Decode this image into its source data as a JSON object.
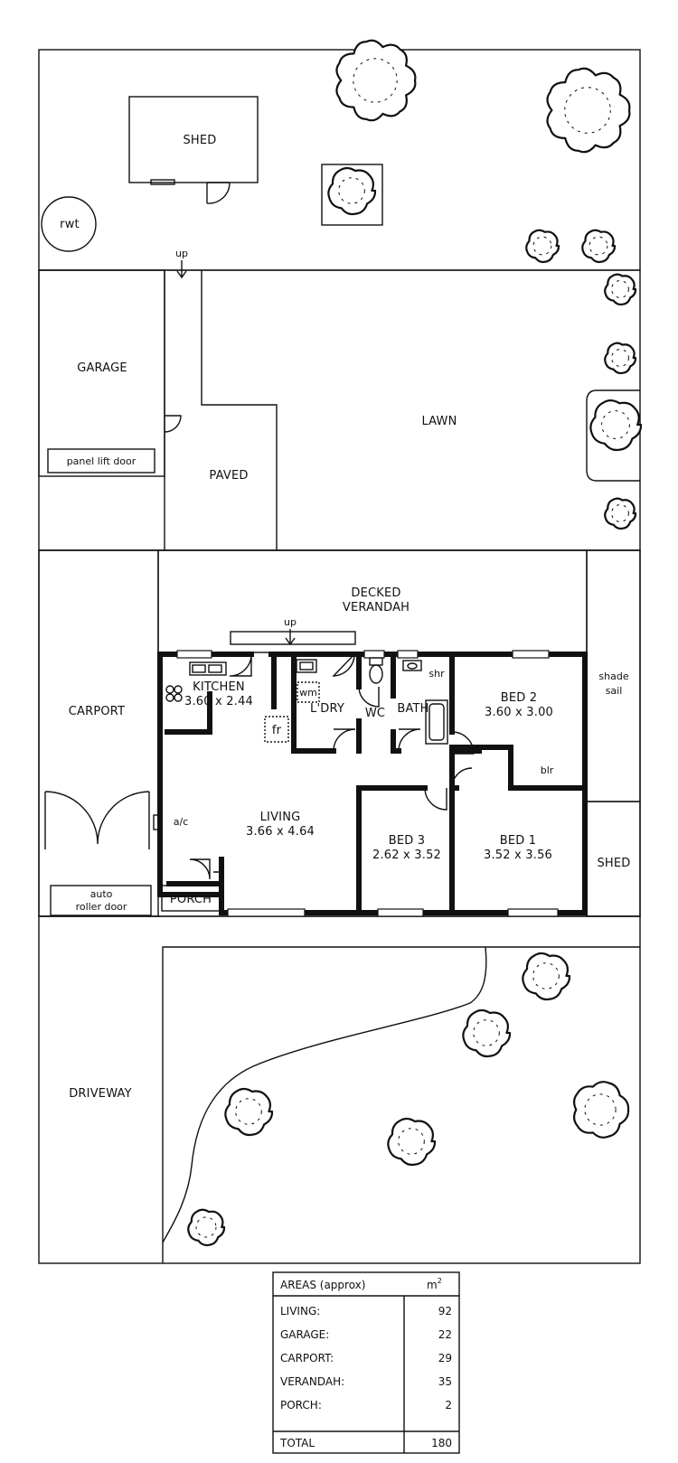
{
  "labels": {
    "shed_rear": "SHED",
    "rwt": "rwt",
    "up_rear": "up",
    "garage": "GARAGE",
    "panel_lift_door": "panel lift door",
    "paved": "PAVED",
    "lawn": "LAWN",
    "decked_verandah_1": "DECKED",
    "decked_verandah_2": "VERANDAH",
    "up_verandah": "up",
    "carport": "CARPORT",
    "auto_roller_door_1": "auto",
    "auto_roller_door_2": "roller door",
    "kitchen": "KITCHEN",
    "kitchen_dims": "3.60 x 2.44",
    "fr": "fr",
    "wm": "wm",
    "laundry": "L'DRY",
    "wc": "WC",
    "bath": "BATH",
    "shr": "shr",
    "bed2": "BED 2",
    "bed2_dims": "3.60 x 3.00",
    "blr": "blr",
    "shade_sail_1": "shade",
    "shade_sail_2": "sail",
    "ac": "a/c",
    "living": "LIVING",
    "living_dims": "3.66 x 4.64",
    "bed3": "BED 3",
    "bed3_dims": "2.62 x 3.52",
    "bed1": "BED 1",
    "bed1_dims": "3.52 x 3.56",
    "shed_side": "SHED",
    "porch": "PORCH",
    "driveway": "DRIVEWAY"
  },
  "areas": {
    "title": "AREAS (approx)",
    "unit": "m",
    "unit_sup": "2",
    "rows": [
      {
        "label": "LIVING:",
        "value": "92"
      },
      {
        "label": "GARAGE:",
        "value": "22"
      },
      {
        "label": "CARPORT:",
        "value": "29"
      },
      {
        "label": "VERANDAH:",
        "value": "35"
      },
      {
        "label": "PORCH:",
        "value": "2"
      }
    ],
    "total_label": "TOTAL",
    "total_value": "180"
  }
}
